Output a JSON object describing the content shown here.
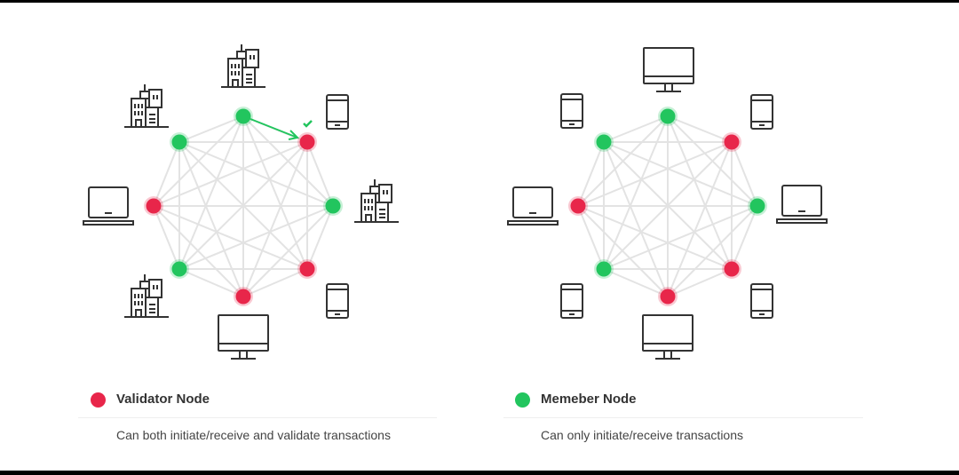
{
  "colors": {
    "validator": "#e8264a",
    "member": "#22c55e",
    "edge": "#e3e3e3",
    "icon": "#333333"
  },
  "diagrams": [
    {
      "name": "validator-network",
      "nodes": [
        "member",
        "validator",
        "member",
        "validator",
        "validator",
        "member",
        "validator",
        "member"
      ],
      "icons": [
        "building-icon",
        "phone-icon",
        "building-icon",
        "phone-icon",
        "monitor-icon",
        "building-icon",
        "laptop-icon",
        "building-icon"
      ],
      "transaction_arrow": {
        "from": 0,
        "to": 1,
        "validated": true
      }
    },
    {
      "name": "member-network",
      "nodes": [
        "member",
        "validator",
        "member",
        "validator",
        "validator",
        "member",
        "validator",
        "member"
      ],
      "icons": [
        "monitor-icon",
        "phone-icon",
        "laptop-icon",
        "phone-icon",
        "monitor-icon",
        "phone-icon",
        "laptop-icon",
        "phone-icon"
      ]
    }
  ],
  "legend": [
    {
      "title": "Validator Node",
      "description": "Can both initiate/receive and validate transactions"
    },
    {
      "title": "Memeber Node",
      "description": "Can only initiate/receive transactions"
    }
  ]
}
